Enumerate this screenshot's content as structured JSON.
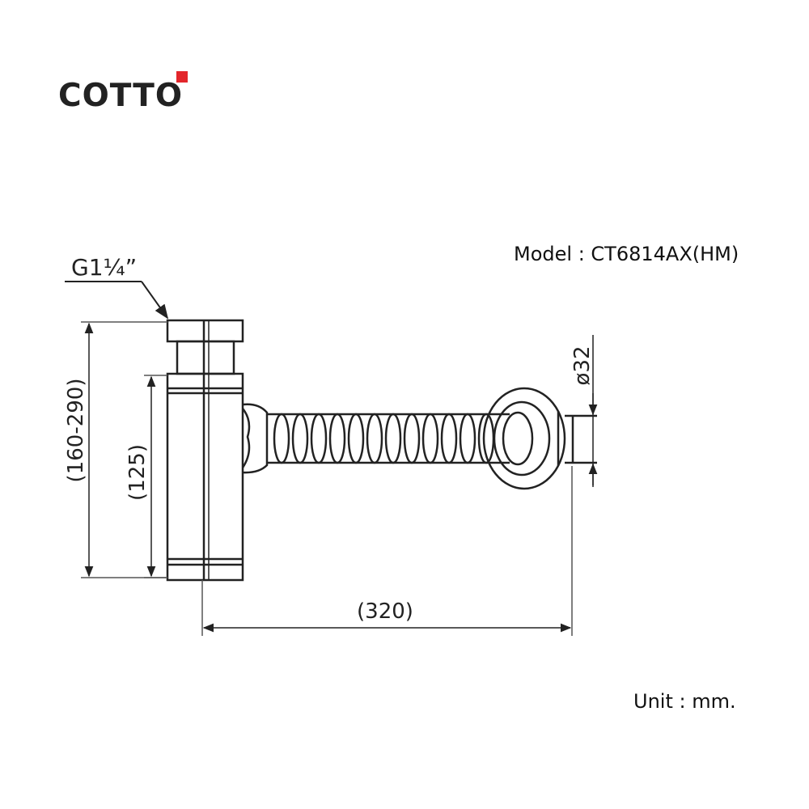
{
  "brand": {
    "name": "COTTO",
    "accent_color": "#e3262b"
  },
  "model_label": "Model : CT6814AX(HM)",
  "unit_label": "Unit : mm.",
  "callouts": {
    "thread": "G1¼”",
    "total_height": "(160-290)",
    "body_height": "(125)",
    "length": "(320)",
    "diameter": "ø32"
  }
}
